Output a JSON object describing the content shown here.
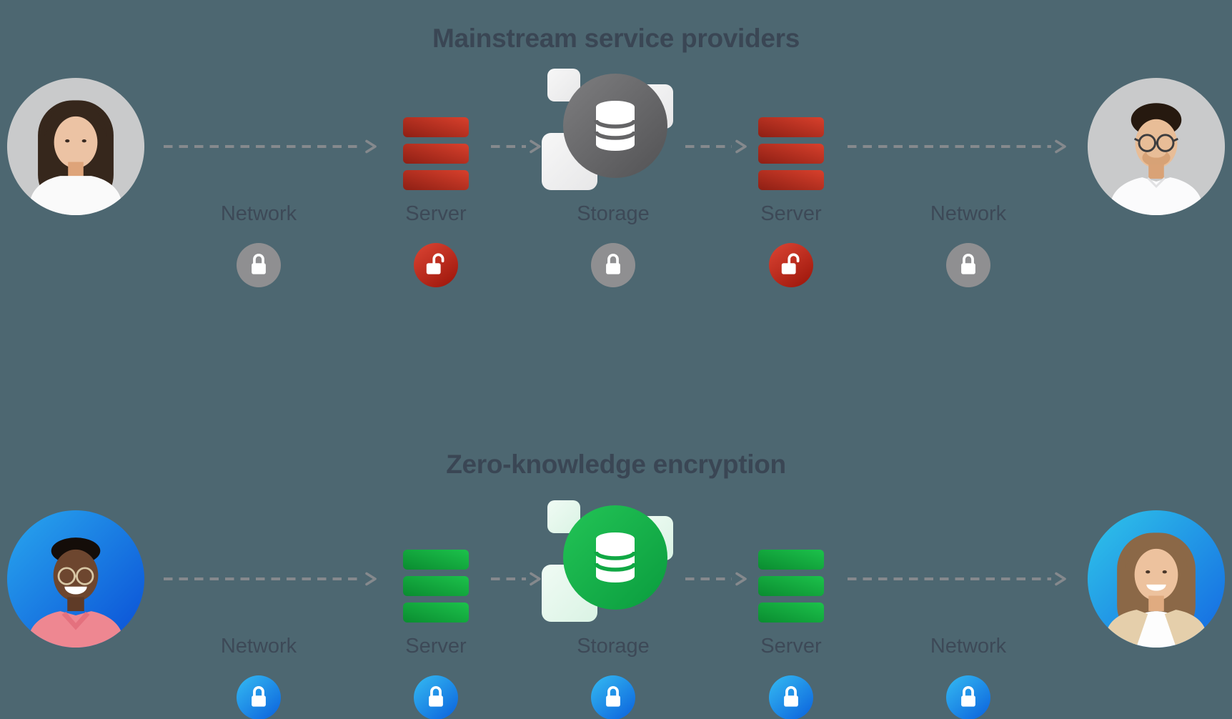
{
  "colors": {
    "background": "#4d6771",
    "title_text": "#3a4654",
    "label_text": "#3d4957",
    "arrow": "#85898d",
    "lock_gray": "#8f8f91",
    "lock_red": "#c02a1b",
    "lock_blue": "#1a8ce7",
    "server_red": "#c23122",
    "server_green": "#12a83d",
    "storage_gray": "#676769",
    "storage_green": "#16b24a",
    "avatar_gray_bg": "#c9cacb",
    "avatar_blue_bg": "#1a7ce0"
  },
  "icons": {
    "lock_closed": "padlock-closed",
    "lock_open": "padlock-open",
    "server": "three-stacked-bars",
    "storage": "database-cylinder-in-circle",
    "arrow": "dashed-arrow-right"
  },
  "sections": [
    {
      "title": "Mainstream service providers",
      "left_avatar": "woman with long dark hair, white shirt, gray circle",
      "right_avatar": "man with glasses and beard, white shirt, gray circle",
      "nodes": [
        {
          "label": "Network",
          "lock_state": "locked",
          "lock_color": "gray",
          "lock_class": "lock-badge gray"
        },
        {
          "label": "Server",
          "lock_state": "unlocked",
          "lock_color": "red",
          "lock_class": "lock-badge red open"
        },
        {
          "label": "Storage",
          "lock_state": "locked",
          "lock_color": "gray",
          "lock_class": "lock-badge gray"
        },
        {
          "label": "Server",
          "lock_state": "unlocked",
          "lock_color": "red",
          "lock_class": "lock-badge red open"
        },
        {
          "label": "Network",
          "lock_state": "locked",
          "lock_color": "gray",
          "lock_class": "lock-badge gray"
        }
      ]
    },
    {
      "title": "Zero-knowledge encryption",
      "left_avatar": "smiling man with glasses, pink shirt, blue circle",
      "right_avatar": "smiling woman with long hair, tan blazer, blue circle",
      "nodes": [
        {
          "label": "Network",
          "lock_state": "locked",
          "lock_color": "blue",
          "lock_class": "lock-badge blue"
        },
        {
          "label": "Server",
          "lock_state": "locked",
          "lock_color": "blue",
          "lock_class": "lock-badge blue"
        },
        {
          "label": "Storage",
          "lock_state": "locked",
          "lock_color": "blue",
          "lock_class": "lock-badge blue"
        },
        {
          "label": "Server",
          "lock_state": "locked",
          "lock_color": "blue",
          "lock_class": "lock-badge blue"
        },
        {
          "label": "Network",
          "lock_state": "locked",
          "lock_color": "blue",
          "lock_class": "lock-badge blue"
        }
      ]
    }
  ]
}
